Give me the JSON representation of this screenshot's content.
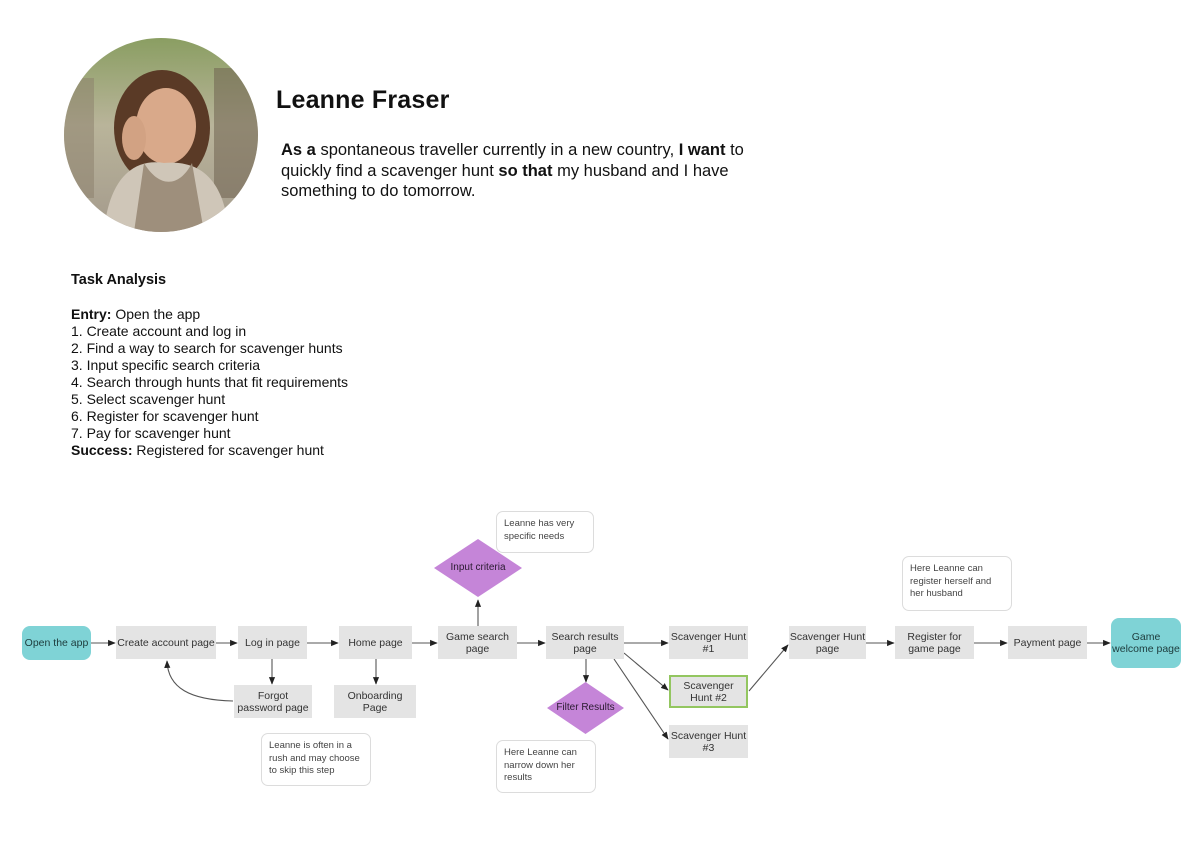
{
  "persona": {
    "name": "Leanne Fraser",
    "story": {
      "as_label": "As a",
      "as_text": " spontaneous traveller currently in a new country, ",
      "want_label": "I want",
      "want_text": " to quickly find a scavenger hunt ",
      "so_label": "so that",
      "so_text": " my husband and I have something to do tomorrow."
    }
  },
  "task_analysis": {
    "heading": "Task Analysis",
    "entry_label": "Entry:",
    "entry_text": " Open the app",
    "steps": [
      "1. Create account and log in",
      "2. Find a way to search for scavenger hunts",
      "3. Input specific search criteria",
      "4. Search through hunts that fit requirements",
      "5. Select scavenger hunt",
      "6. Register for scavenger hunt",
      "7. Pay for scavenger hunt"
    ],
    "success_label": "Success:",
    "success_text": " Registered for scavenger hunt"
  },
  "flow": {
    "open_app": "Open the app",
    "create_account": "Create account page",
    "login": "Log in page",
    "forgot_password": "Forgot password page",
    "home": "Home page",
    "onboarding": "Onboarding Page",
    "game_search": "Game search page",
    "input_criteria": "Input criteria",
    "search_results": "Search results page",
    "filter_results": "Filter Results",
    "hunt_1": "Scavenger Hunt #1",
    "hunt_2": "Scavenger Hunt #2",
    "hunt_3": "Scavenger Hunt #3",
    "hunt_page": "Scavenger Hunt page",
    "register": "Register for game page",
    "payment": "Payment page",
    "game_welcome": "Game welcome page"
  },
  "notes": {
    "specific_needs": "Leanne has very specific needs",
    "rush": "Leanne is often in a rush and may choose to skip this step",
    "narrow": "Here Leanne can narrow down her results",
    "register_husband": "Here Leanne can register herself and her husband"
  },
  "colors": {
    "terminal": "#7fd3d6",
    "process": "#e4e4e4",
    "decision": "#c585d8",
    "highlight_border": "#93c660"
  }
}
